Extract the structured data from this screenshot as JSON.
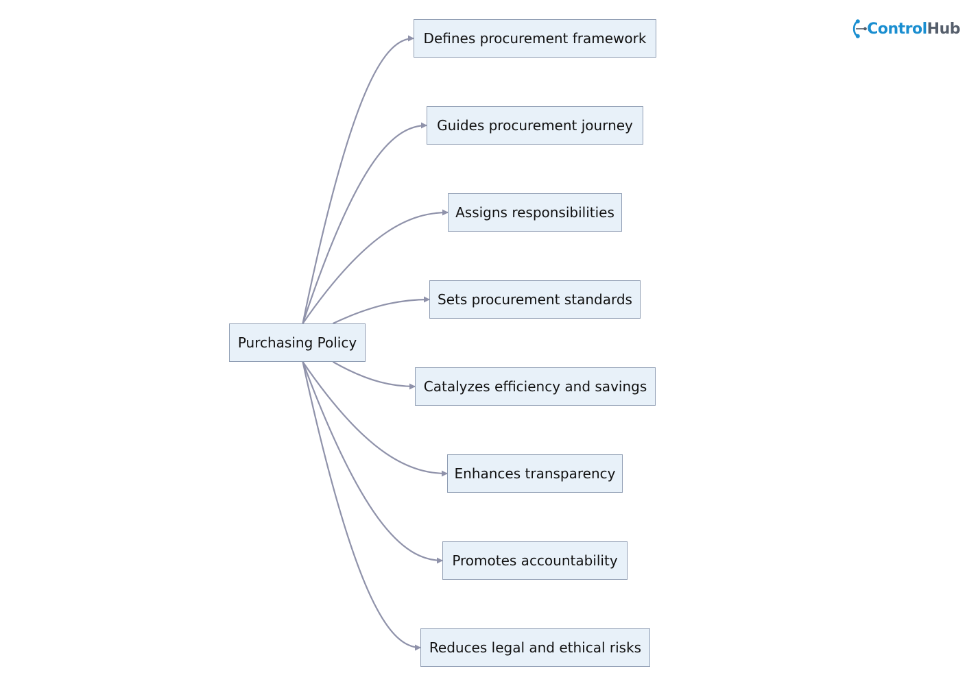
{
  "diagram": {
    "root": {
      "id": "root",
      "label": "Purchasing Policy"
    },
    "children": [
      {
        "id": "c1",
        "label": "Defines procurement framework"
      },
      {
        "id": "c2",
        "label": "Guides procurement journey"
      },
      {
        "id": "c3",
        "label": "Assigns responsibilities"
      },
      {
        "id": "c4",
        "label": "Sets procurement standards"
      },
      {
        "id": "c5",
        "label": "Catalyzes efficiency and savings"
      },
      {
        "id": "c6",
        "label": "Enhances transparency"
      },
      {
        "id": "c7",
        "label": "Promotes accountability"
      },
      {
        "id": "c8",
        "label": "Reduces legal and ethical risks"
      }
    ],
    "colors": {
      "node_fill": "#e8f1f9",
      "node_border": "#8f9db3",
      "edge": "#8f92aa"
    }
  },
  "logo": {
    "part1": "Control",
    "part2": "Hub",
    "colors": {
      "primary": "#1a8ed0",
      "secondary": "#555e6b"
    }
  }
}
